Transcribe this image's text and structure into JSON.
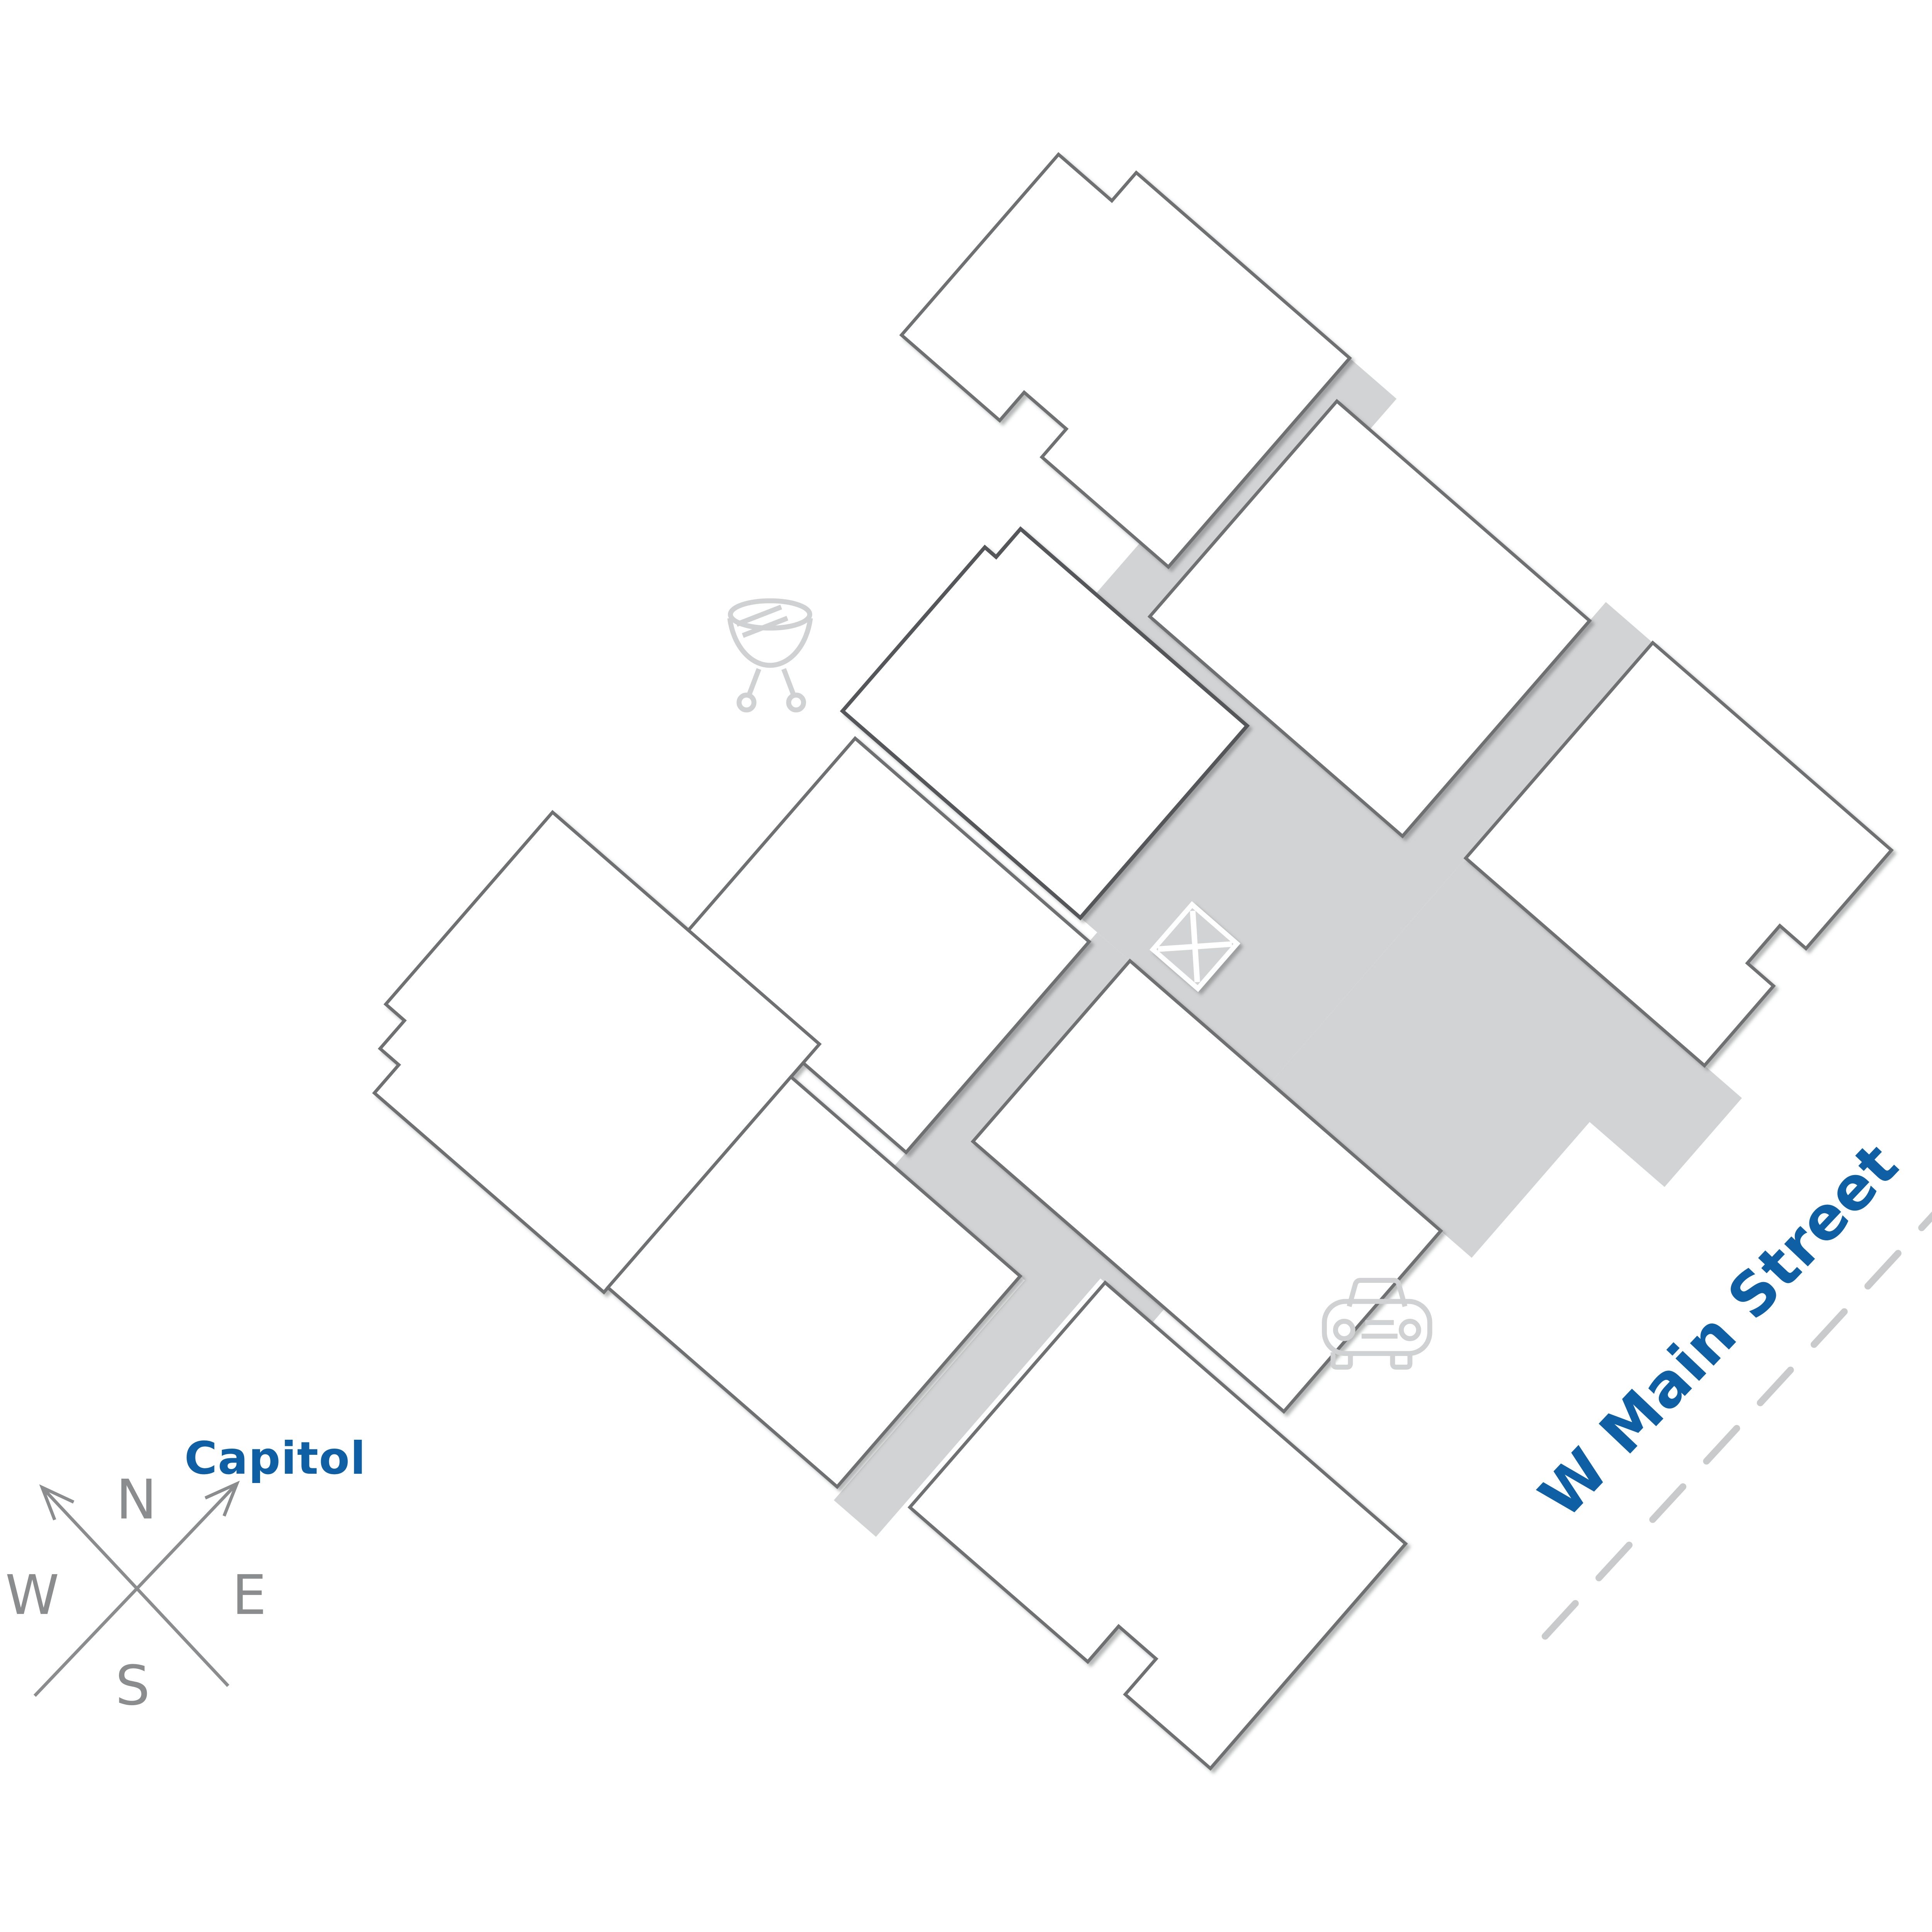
{
  "map": {
    "type": "community-site-plan",
    "labels": {
      "street": "W Main Street",
      "poi": "Capitol"
    },
    "compass": {
      "n": "N",
      "e": "E",
      "s": "S",
      "w": "W",
      "arrows": [
        "northeast toward Capitol",
        "northwest"
      ]
    },
    "buildings": {
      "total": 9,
      "white_buildings": 8,
      "highlighted_buildings": 1,
      "highlighted_position": "upper-center of plan"
    },
    "markers": {
      "x_marker": "white X in small rotated square on courtyard walkway",
      "grill_icon": "bbq grill amenity northwest of highlighted building",
      "car_icon": "car / parking amenity east of lower-center building"
    },
    "colors": {
      "highlight_blue": "#0d5da4",
      "building_fill": "#ffffff",
      "building_outline": "#6e6f72",
      "walkway_gray": "#d2d3d4",
      "icon_gray": "#d0d1d2",
      "compass_gray": "#8a8c8e",
      "label_blue": "#0f5fa4",
      "street_dash_gray": "#c9cacb"
    }
  }
}
